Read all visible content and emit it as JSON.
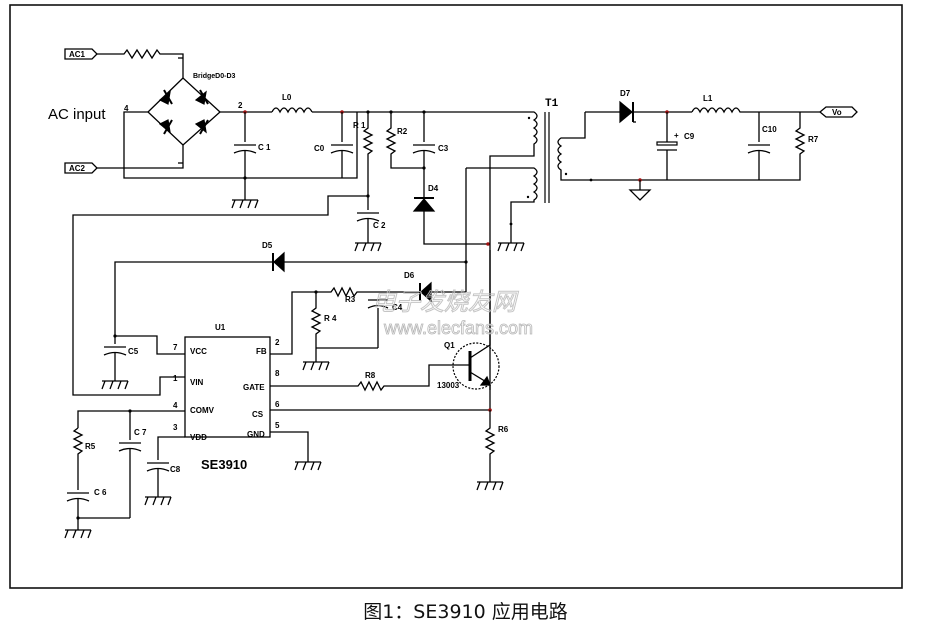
{
  "figure": {
    "caption": "图1：SE3910 应用电路",
    "watermark_cn": "电子发烧友网",
    "watermark_url": "www.elecfans.com"
  },
  "ports": {
    "ac1": "AC1",
    "ac2": "AC2",
    "vo": "Vo",
    "ac_input": "AC input"
  },
  "components": {
    "bridge": "BridgeD0-D3",
    "bridge_pin4": "4",
    "bridge_pin2": "2",
    "L0": "L0",
    "C1": "C 1",
    "C0": "C0",
    "R1": "R 1",
    "R2": "R2",
    "C3": "C3",
    "C2": "C 2",
    "D4": "D4",
    "T1": "T1",
    "D7": "D7",
    "C9": "C9",
    "L1": "L1",
    "C10": "C10",
    "R7": "R7",
    "D5": "D5",
    "D6": "D6",
    "R3": "R3",
    "C4": "C4",
    "R4": "R 4",
    "C5": "C5",
    "R8": "R8",
    "Q1": "Q1",
    "Q1_part": "13003",
    "R6": "R6",
    "R5": "R5",
    "C6": "C 6",
    "C7": "C 7",
    "C8": "C8",
    "plus": "+"
  },
  "ic": {
    "ref": "U1",
    "name": "SE3910",
    "pins_left": [
      {
        "num": "7",
        "label": "VCC"
      },
      {
        "num": "1",
        "label": "VIN"
      },
      {
        "num": "4",
        "label": "COMV"
      },
      {
        "num": "3",
        "label": "VDD"
      }
    ],
    "pins_right": [
      {
        "num": "2",
        "label": "FB"
      },
      {
        "num": "8",
        "label": "GATE"
      },
      {
        "num": "6",
        "label": "CS"
      },
      {
        "num": "5",
        "label": "GND"
      }
    ]
  }
}
